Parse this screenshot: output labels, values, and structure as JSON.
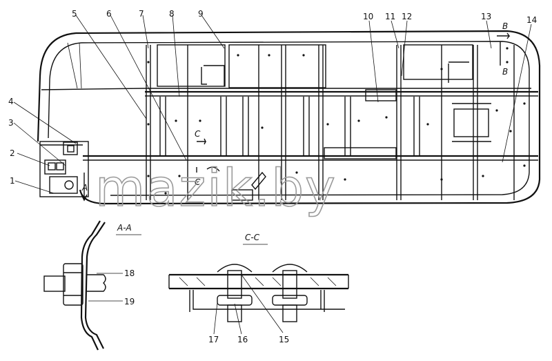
{
  "callouts": [
    "1",
    "2",
    "3",
    "4",
    "5",
    "6",
    "7",
    "8",
    "9",
    "10",
    "11",
    "12",
    "13",
    "14",
    "15",
    "16",
    "17",
    "18",
    "19"
  ],
  "section_marks": {
    "section_a": "A-A",
    "section_c": "C-C",
    "mark_c_top": "C",
    "mark_c_bottom": "C",
    "mark_b_top": "B",
    "mark_b_bottom": "B",
    "mark_a": "A"
  },
  "watermark": "mazik.by",
  "colors": {
    "ink": "#111111",
    "watermark": "#9a9a9a",
    "background": "#ffffff"
  }
}
